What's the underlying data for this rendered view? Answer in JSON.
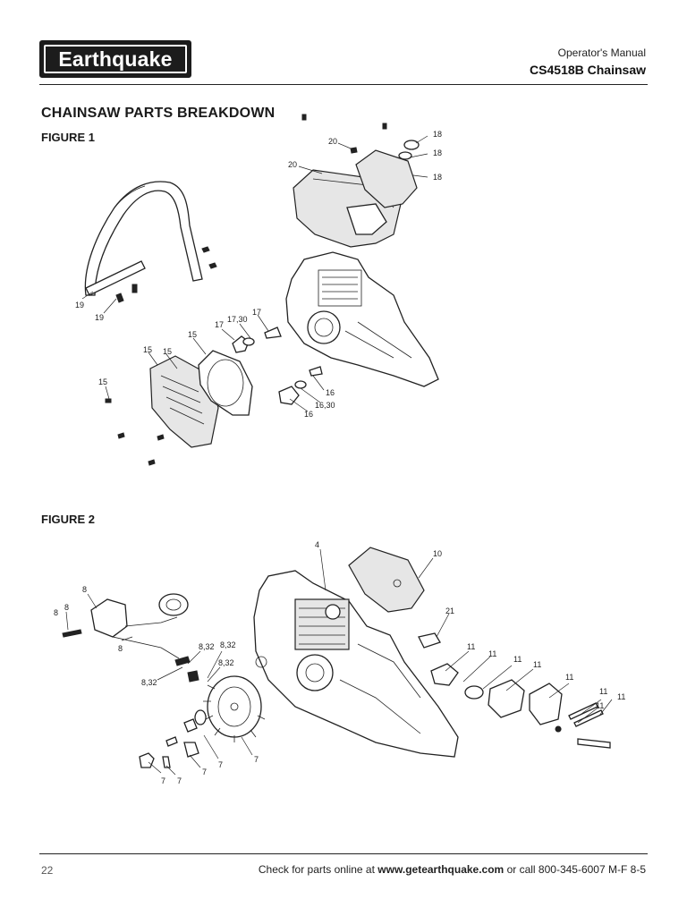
{
  "header": {
    "logo_text": "Earthquake",
    "manual_label": "Operator's Manual",
    "model_title": "CS4518B Chainsaw"
  },
  "page_title": "CHAINSAW PARTS BREAKDOWN",
  "figure1": {
    "label": "FIGURE 1",
    "callouts": [
      "18",
      "18",
      "18",
      "20",
      "20",
      "19",
      "19",
      "17",
      "17,30",
      "17",
      "15",
      "15",
      "15",
      "15",
      "16",
      "16,30",
      "16"
    ]
  },
  "figure2": {
    "label": "FIGURE 2",
    "callouts": [
      "4",
      "10",
      "21",
      "8",
      "8",
      "8",
      "8",
      "8,32",
      "8,32",
      "8,32",
      "8,32",
      "11",
      "11",
      "11",
      "11",
      "11",
      "11",
      "11",
      "11",
      "7",
      "7",
      "7",
      "7",
      "7"
    ]
  },
  "footer": {
    "page_number": "22",
    "text_prefix": "Check for parts online at",
    "url": "www.getearthquake.com",
    "text_suffix": "or call 800-345-6007 M-F 8-5"
  },
  "colors": {
    "ink": "#1a1a1a",
    "logo_bg": "#1c1c1c",
    "paper": "#ffffff"
  }
}
